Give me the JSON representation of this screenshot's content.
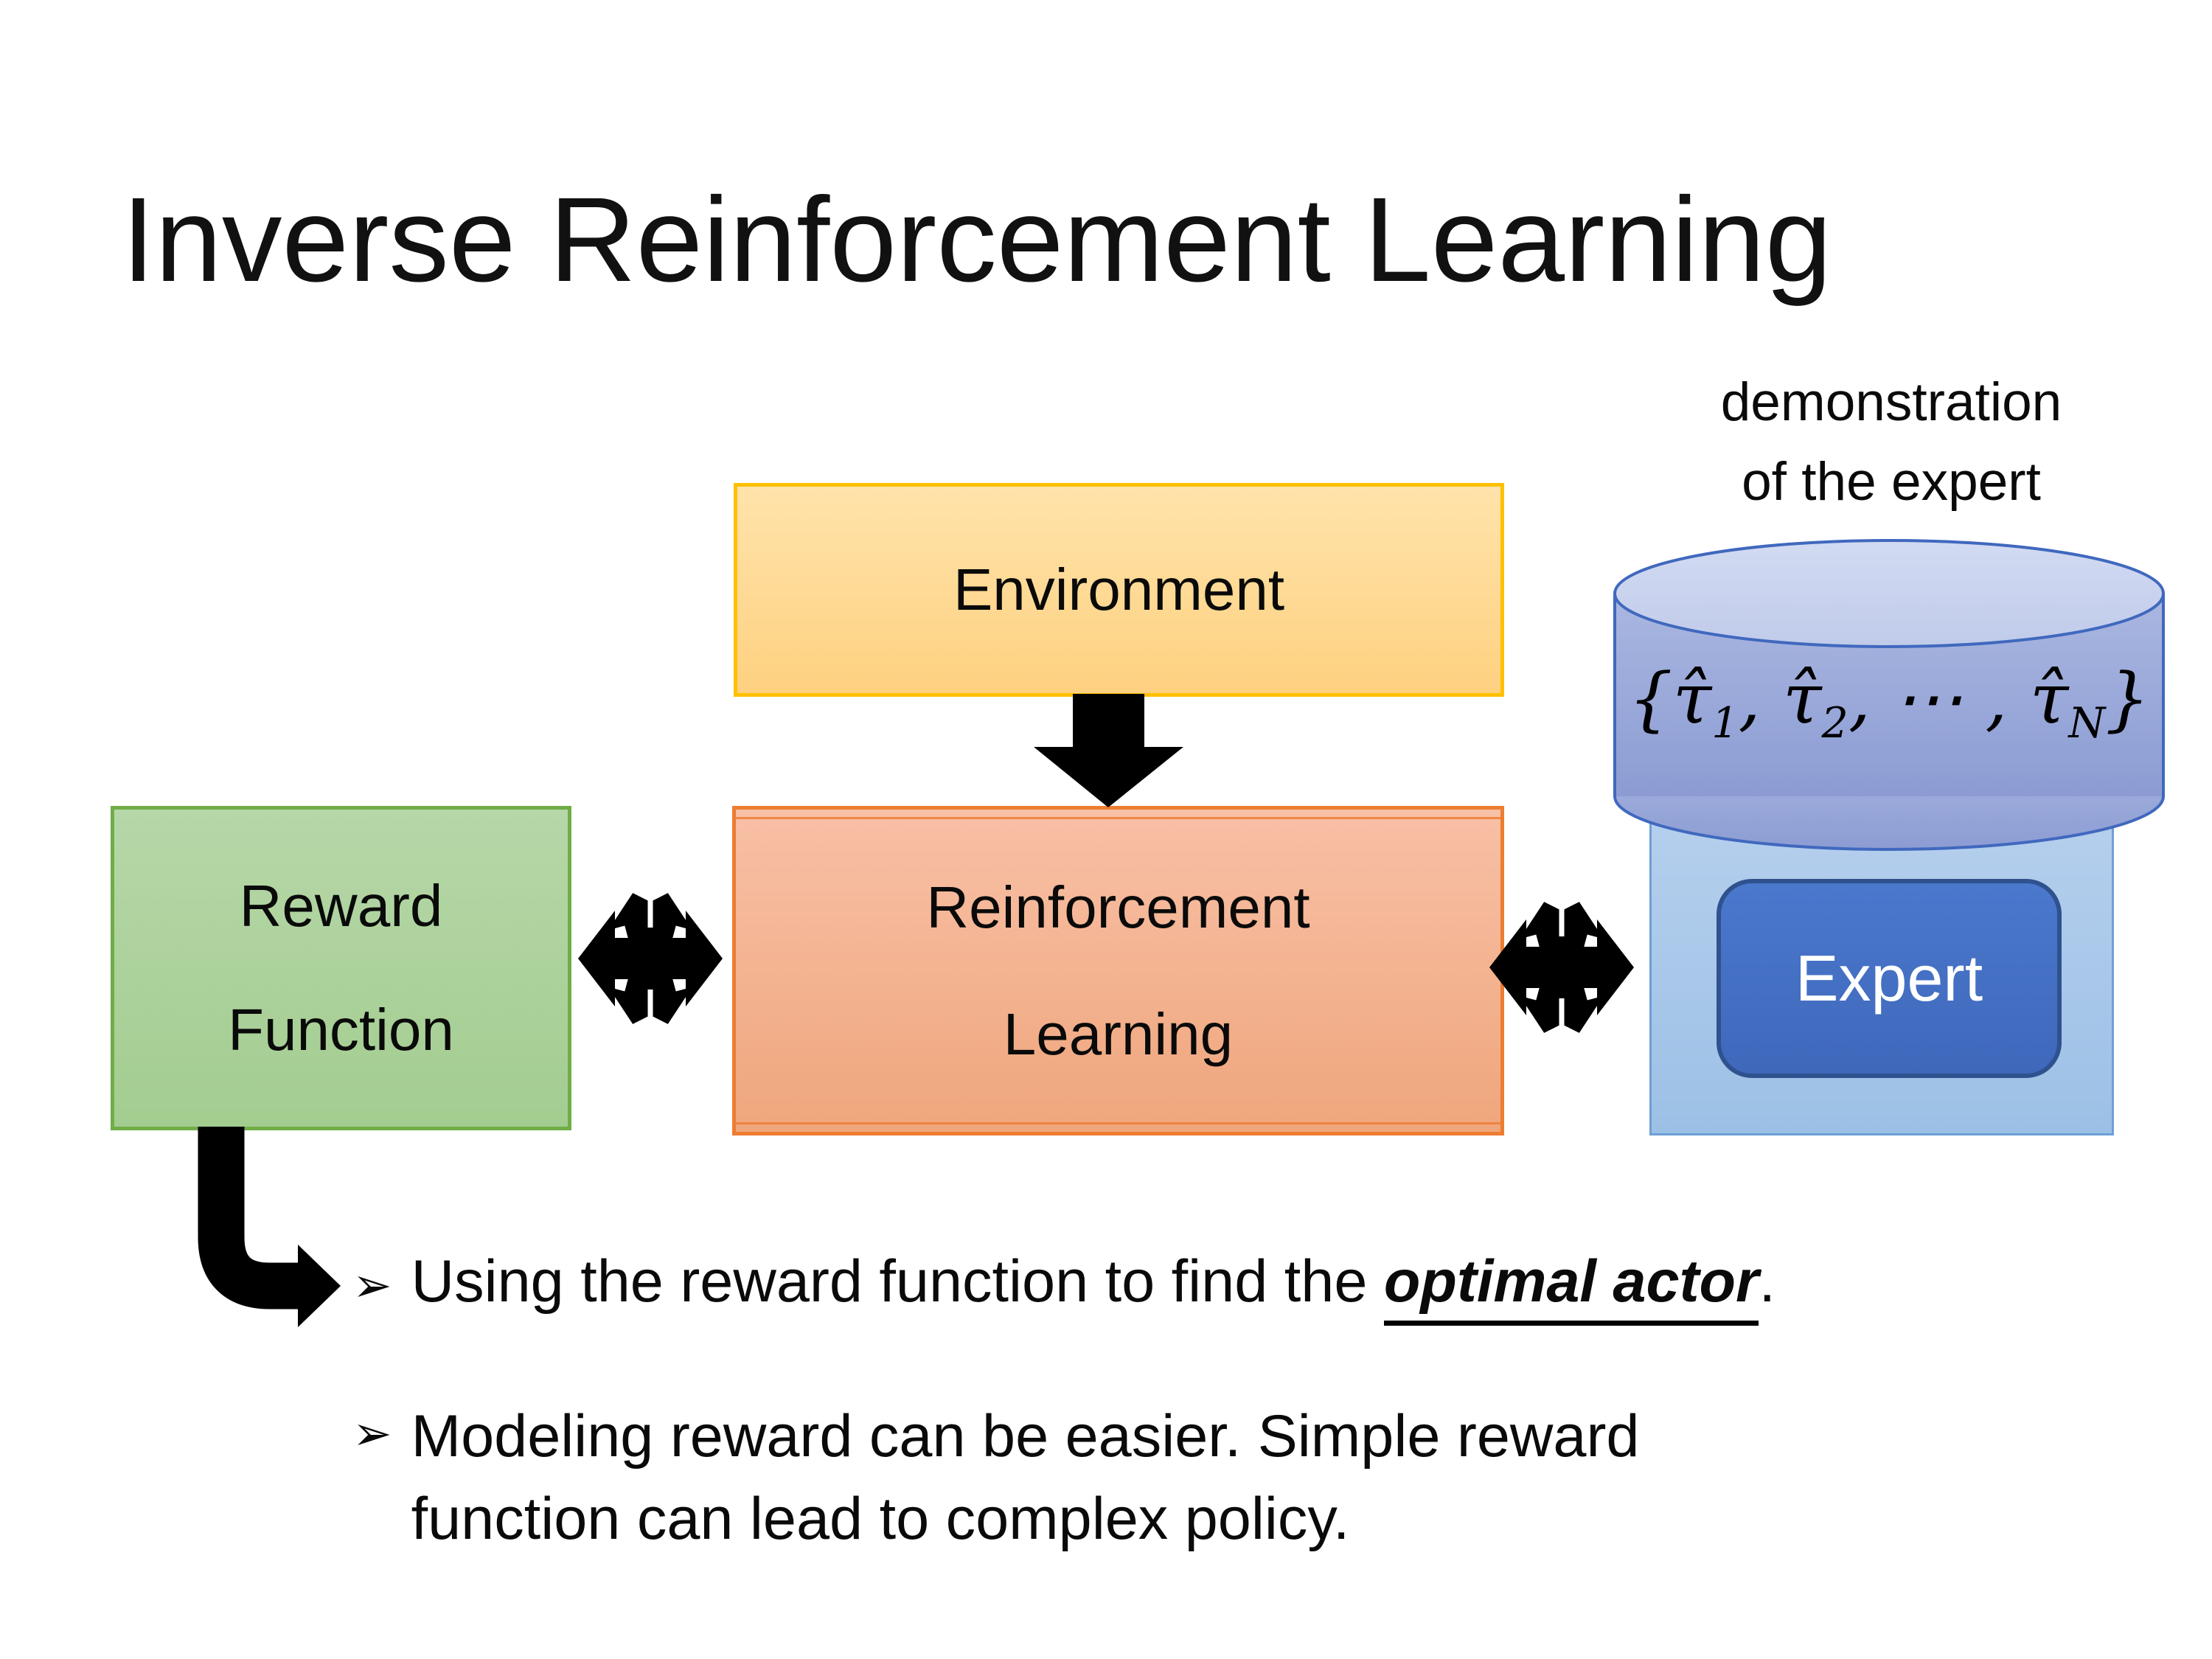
{
  "slide": {
    "title": "Inverse Reinforcement Learning",
    "demo_label": {
      "line1": "demonstration",
      "line2": "of the expert"
    },
    "boxes": {
      "environment": "Environment",
      "reward": {
        "line1": "Reward",
        "line2": "Function"
      },
      "reinforcement_learning": {
        "line1": "Reinforcement",
        "line2": "Learning"
      },
      "expert": "Expert"
    },
    "formula": {
      "open": "{",
      "tau1": "τ̂",
      "sub1": "1",
      "sep1": ", ",
      "tau2": "τ̂",
      "sub2": "2",
      "sep2": ", ⋯ , ",
      "tau3": "τ̂",
      "sub3": "N",
      "close": "}"
    },
    "bullets": {
      "marker": "➢",
      "b1": {
        "pre": "Using the reward function to find the ",
        "emphasis": "optimal actor",
        "post": "."
      },
      "b2": {
        "line1": "Modeling reward can be easier. Simple reward",
        "line2": "function can lead to complex policy."
      }
    },
    "colors": {
      "env_border": "#FFC000",
      "env_fill": "#FFD180",
      "rl_border": "#ED7D31",
      "rl_fill": "#F4B183",
      "reward_border": "#70AD47",
      "reward_fill": "#A9D18E",
      "container_fill": "#9DC3E6",
      "expert_fill": "#4472C4",
      "expert_border": "#2F528F",
      "cylinder_fill": "#93A3D6",
      "cylinder_top_fill": "#CBD5EE",
      "cylinder_stroke": "#4068BE",
      "arrow_color": "#000000"
    }
  }
}
